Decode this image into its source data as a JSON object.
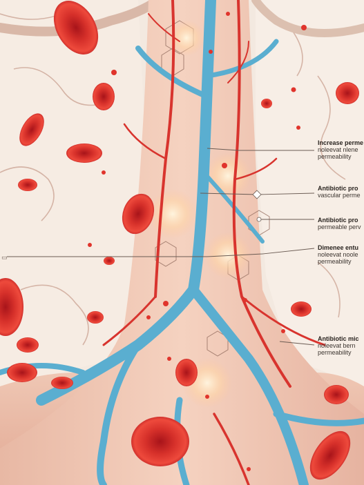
{
  "diagram": {
    "callouts": [
      {
        "lines": [
          "Increase perme",
          "noleevat nlene",
          "permeability"
        ]
      },
      {
        "lines": [
          "Antibiotic pro",
          "vascular perme"
        ]
      },
      {
        "lines": [
          "Antibiotic pro",
          "permeable perv"
        ]
      },
      {
        "lines": [
          "Dimenee entu",
          "noleevat noole",
          "permeability"
        ]
      },
      {
        "lines": [
          "Antibiotic mic",
          "noleevat bern",
          "permeability"
        ]
      }
    ],
    "left_marker": "▭"
  },
  "colors": {
    "background": "#f3e9e0",
    "tissue": "#f0c9b8",
    "vein": "#5aaed0",
    "artery": "#d8342e",
    "red_cell": "#e0342c",
    "glow": "#ffd8a8"
  }
}
